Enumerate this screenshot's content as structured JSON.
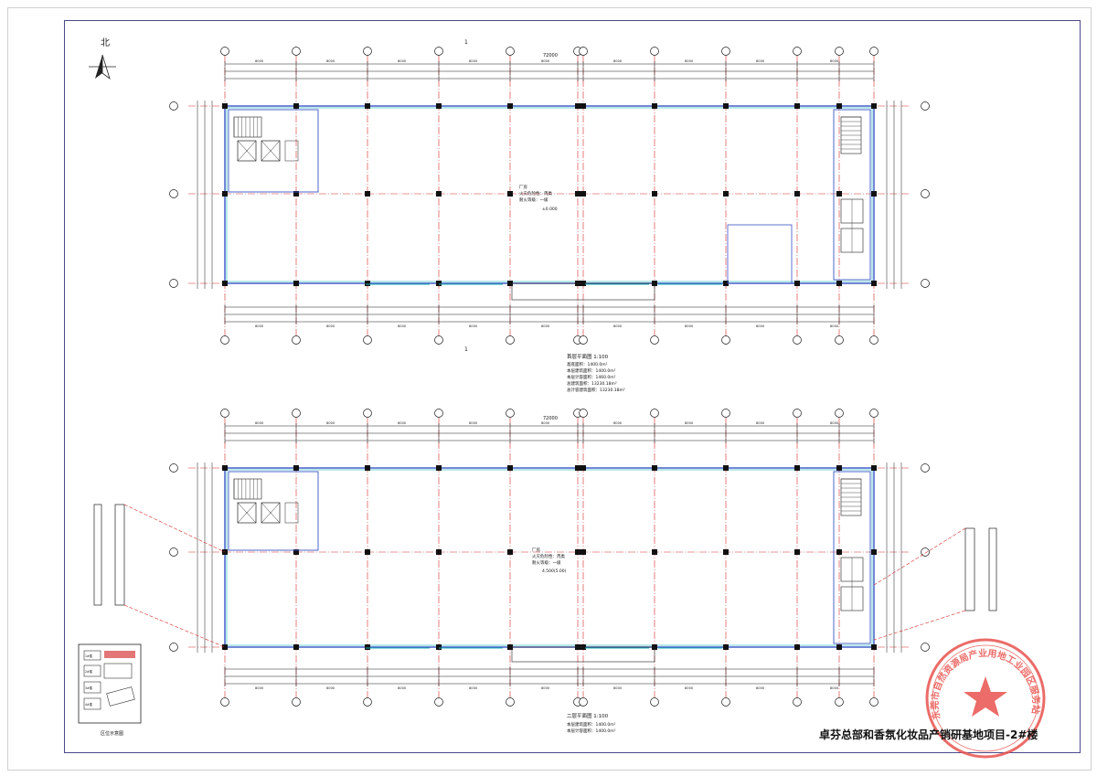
{
  "sheet": {
    "project_title": "卓芬总部和香氛化妆品产销研基地项目-2#楼",
    "north_label": "北"
  },
  "plan_top": {
    "title": "首层平面图 1:100",
    "overall_dim": "72000",
    "room_label": "厂房",
    "fire_class": "火灾危险性：丙类",
    "fire_rating": "耐火等级：一级",
    "elevation": "±0.000",
    "area_stats": [
      "基底面积：1400.0m²",
      "本层建筑面积：1400.0m²",
      "本层计容面积：1460.0m²",
      "总建筑面积：13230.18m²",
      "总计容建筑面积：13230.18m²"
    ],
    "top_span_dims": [
      "8000",
      "8000",
      "8000",
      "8000",
      "8000",
      "8000",
      "8000",
      "8000",
      "8000"
    ],
    "bottom_span_dims": [
      "8000",
      "8000",
      "8000",
      "8000",
      "8000",
      "8000",
      "8000",
      "8000",
      "8000"
    ],
    "section_mark_top": "1",
    "section_mark_bottom": "1"
  },
  "plan_bottom": {
    "title": "二层平面图 1:100",
    "overall_dim": "72000",
    "room_label": "厂房",
    "fire_class": "火灾危险性：丙类",
    "fire_rating": "耐火等级：一级",
    "elevation": "4.500(5.00)",
    "area_stats": [
      "本层建筑面积：1400.0m²",
      "本层计容面积：1400.0m²"
    ],
    "top_span_dims": [
      "8000",
      "8000",
      "8000",
      "8000",
      "8000",
      "8000",
      "8000",
      "8000",
      "8000"
    ],
    "bottom_span_dims": [
      "8000",
      "8000",
      "8000",
      "8000",
      "8000",
      "8000",
      "8000",
      "8000",
      "8000"
    ]
  },
  "key_plan": {
    "title": "区位示意图",
    "labels": [
      "1#楼",
      "2#楼",
      "3#楼",
      "4#楼"
    ]
  },
  "stamp": {
    "text": "东莞市自然资源局产业用地工业园区服务站"
  },
  "colors": {
    "axis_red": "#d62a2a",
    "wall_blue": "#3a54c8",
    "dim_black": "#1a1a1a",
    "window_cyan": "#17b3b3",
    "stair_dark": "#222222",
    "stamp_red": "#e8534e"
  }
}
